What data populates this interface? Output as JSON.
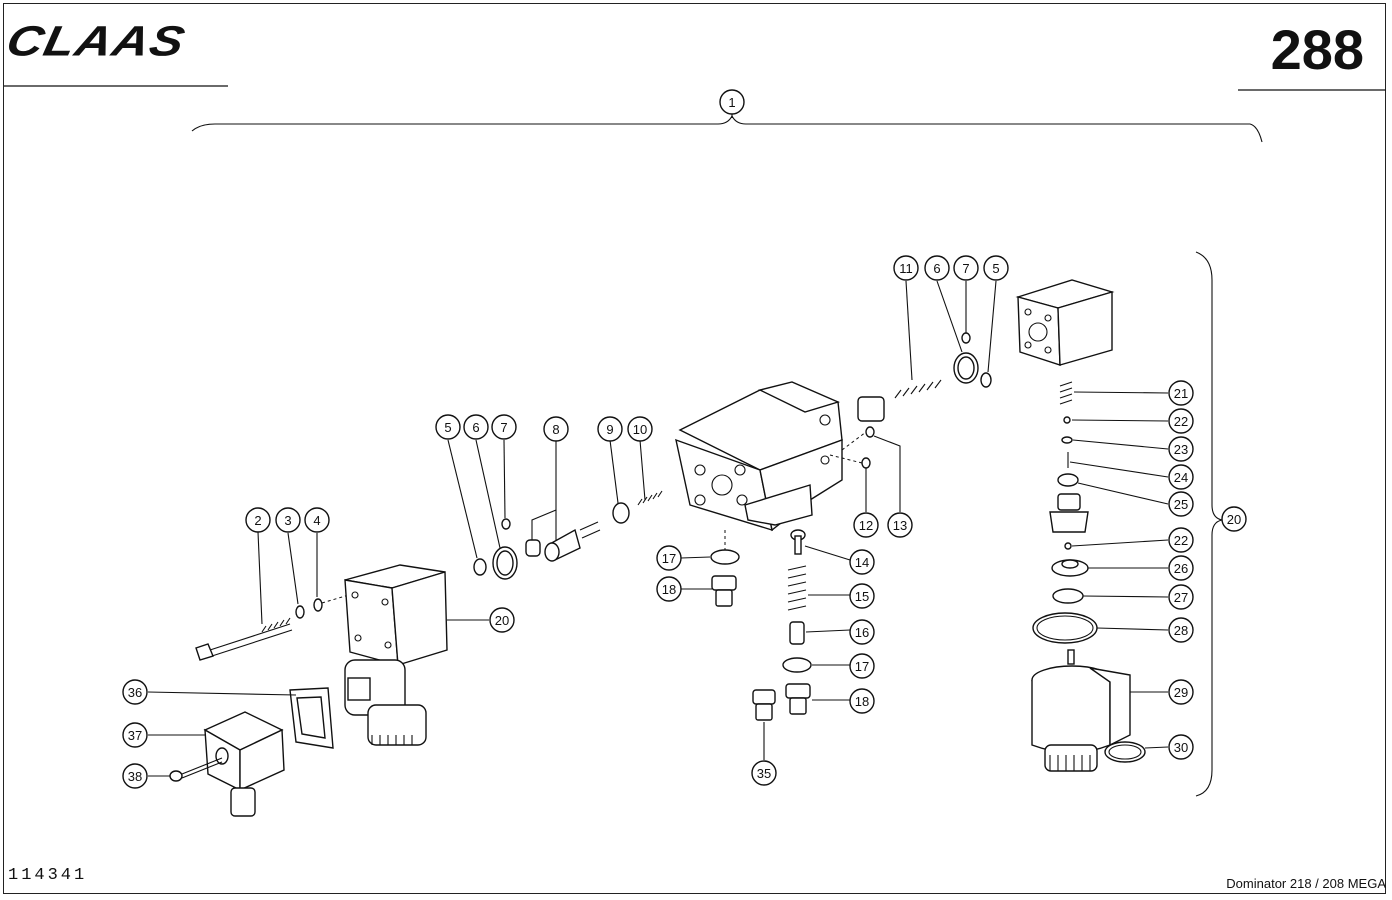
{
  "header": {
    "brand": "CLAAS",
    "page_number": "288"
  },
  "footer": {
    "drawing_number": "114341",
    "model": "Dominator 218 / 208 MEGA"
  },
  "callouts": [
    "1",
    "2",
    "3",
    "4",
    "5",
    "6",
    "7",
    "8",
    "9",
    "10",
    "11",
    "6",
    "7",
    "5",
    "12",
    "13",
    "14",
    "15",
    "16",
    "17",
    "18",
    "17",
    "18",
    "35",
    "20",
    "36",
    "37",
    "38",
    "21",
    "22",
    "23",
    "24",
    "25",
    "22",
    "26",
    "27",
    "28",
    "29",
    "30",
    "20"
  ]
}
